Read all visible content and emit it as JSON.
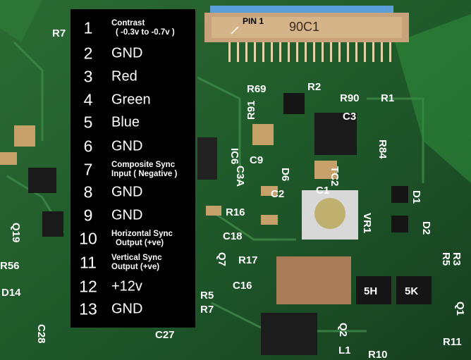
{
  "board_markings": {
    "pin1": "PIN 1",
    "connector_code": "90C1",
    "parts": [
      "R69",
      "R2",
      "R90",
      "R1",
      "R91",
      "C3",
      "IC6",
      "C9",
      "C3A",
      "R84",
      "D6",
      "TC2",
      "C2",
      "C1",
      "D1",
      "R16",
      "VR1",
      "D2",
      "C18",
      "Q7",
      "R17",
      "R5",
      "R3",
      "C16",
      "5H",
      "5K",
      "Q2",
      "Q1",
      "L1",
      "R10",
      "R11",
      "R56",
      "D14",
      "C28",
      "R7",
      "Q19",
      "C27",
      "R5",
      "R7"
    ]
  },
  "legend": {
    "pins": [
      {
        "num": "1",
        "line1": "Contrast",
        "line2": "( -0.3v to -0.7v )"
      },
      {
        "num": "2",
        "label": "GND"
      },
      {
        "num": "3",
        "label": "Red"
      },
      {
        "num": "4",
        "label": "Green"
      },
      {
        "num": "5",
        "label": "Blue"
      },
      {
        "num": "6",
        "label": "GND"
      },
      {
        "num": "7",
        "line1": "Composite Sync",
        "line2": "Input ( Negative )"
      },
      {
        "num": "8",
        "label": "GND"
      },
      {
        "num": "9",
        "label": "GND"
      },
      {
        "num": "10",
        "line1": "Horizontal Sync",
        "line2": "Output  (+ve)"
      },
      {
        "num": "11",
        "line1": "Vertical Sync",
        "line2": "Output  (+ve)"
      },
      {
        "num": "12",
        "label": "+12v"
      },
      {
        "num": "13",
        "label": "GND"
      }
    ]
  }
}
